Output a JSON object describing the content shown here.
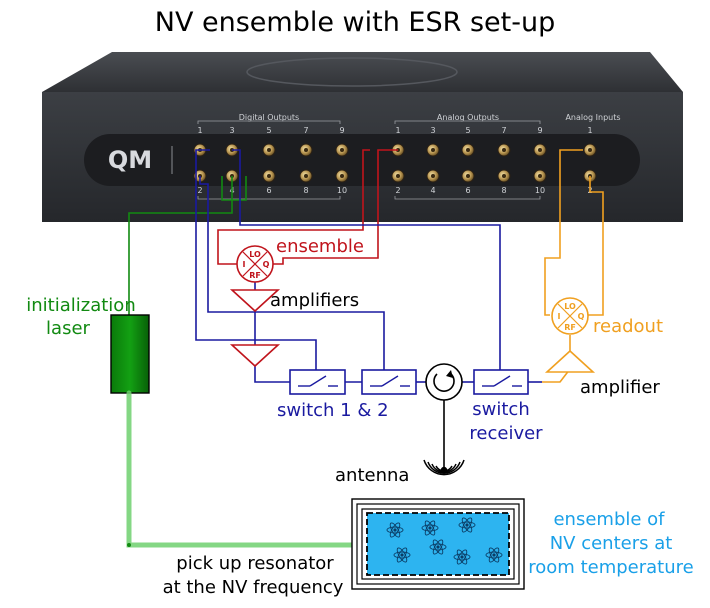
{
  "title": "NV ensemble with ESR set-up",
  "device": {
    "logo": "QM",
    "digital_header": "Digital Outputs",
    "analog_header": "Analog Outputs",
    "inputs_header": "Analog Inputs",
    "digital_top": [
      "1",
      "3",
      "5",
      "7",
      "9"
    ],
    "digital_bottom": [
      "2",
      "4",
      "6",
      "8",
      "10"
    ],
    "analog_top": [
      "1",
      "3",
      "5",
      "7",
      "9"
    ],
    "analog_bottom": [
      "2",
      "4",
      "6",
      "8",
      "10"
    ],
    "inputs_top": [
      "1"
    ],
    "inputs_bottom": [
      "2"
    ]
  },
  "mixers": {
    "ensemble": {
      "lo": "LO",
      "i": "I",
      "q": "Q",
      "rf": "RF"
    },
    "readout": {
      "lo": "LO",
      "i": "I",
      "q": "Q",
      "rf": "RF"
    }
  },
  "labels": {
    "ensemble": "ensemble",
    "amplifiers": "amplifiers",
    "readout": "readout",
    "amplifier": "amplifier",
    "switch12": "switch 1 & 2",
    "switch_receiver_1": "switch",
    "switch_receiver_2": "receiver",
    "antenna": "antenna",
    "laser_1": "initialization",
    "laser_2": "laser",
    "resonator_1": "pick up resonator",
    "resonator_2": "at the NV frequency",
    "nv_1": "ensemble of",
    "nv_2": "NV centers at",
    "nv_3": "room temperature"
  },
  "colors": {
    "ensemble": "#c0141c",
    "readout": "#f0a020",
    "switch": "#1a1aa0",
    "laser": "#128a12",
    "nv": "#1aa0e8",
    "device": "#3a3d42"
  }
}
